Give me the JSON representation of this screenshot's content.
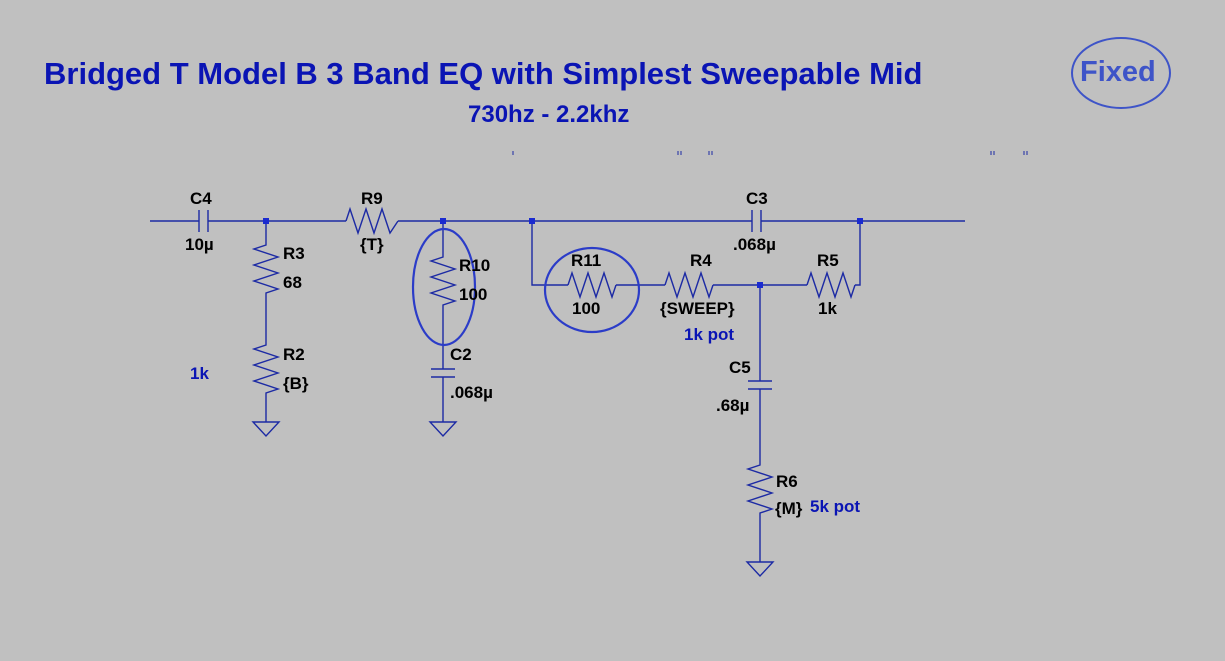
{
  "title": "Bridged T Model B 3 Band EQ with Simplest Sweepable Mid",
  "subtitle": "730hz - 2.2khz",
  "stamp": "Fixed",
  "components": {
    "c4": {
      "name": "C4",
      "value": "10µ"
    },
    "r3": {
      "name": "R3",
      "value": "68"
    },
    "r2": {
      "name": "R2",
      "value": "{B}"
    },
    "r9": {
      "name": "R9",
      "value": "{T}"
    },
    "r10": {
      "name": "R10",
      "value": "100"
    },
    "c2": {
      "name": "C2",
      "value": ".068µ"
    },
    "r11": {
      "name": "R11",
      "value": "100"
    },
    "r4": {
      "name": "R4",
      "value": "{SWEEP}"
    },
    "c3": {
      "name": "C3",
      "value": ".068µ"
    },
    "r5": {
      "name": "R5",
      "value": "1k"
    },
    "c5": {
      "name": "C5",
      "value": ".68µ"
    },
    "r6": {
      "name": "R6",
      "value": "{M}"
    }
  },
  "notes": {
    "r2_pot": "1k",
    "r4_pot": "1k pot",
    "r6_pot": "5k pot"
  },
  "colors": {
    "background": "#c0c0c0",
    "wire": "#1c2aa4",
    "title": "#0a14b4",
    "highlight": "#2b3cc8"
  }
}
